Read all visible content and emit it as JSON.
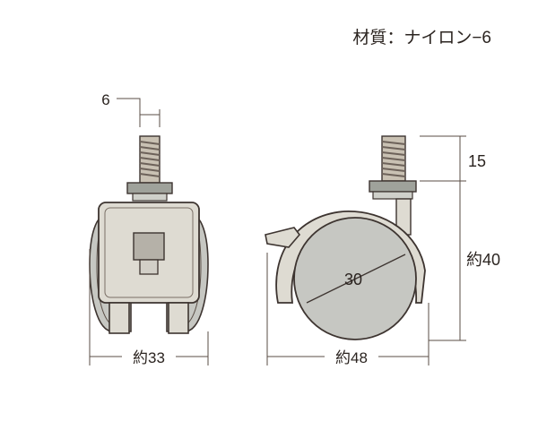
{
  "material_label": "材質：ナイロン−6",
  "dimensions": {
    "thread_diameter": "6",
    "thread_length": "15",
    "total_height": "約40",
    "wheel_diameter": "30",
    "front_width": "約33",
    "side_width": "約48"
  }
}
